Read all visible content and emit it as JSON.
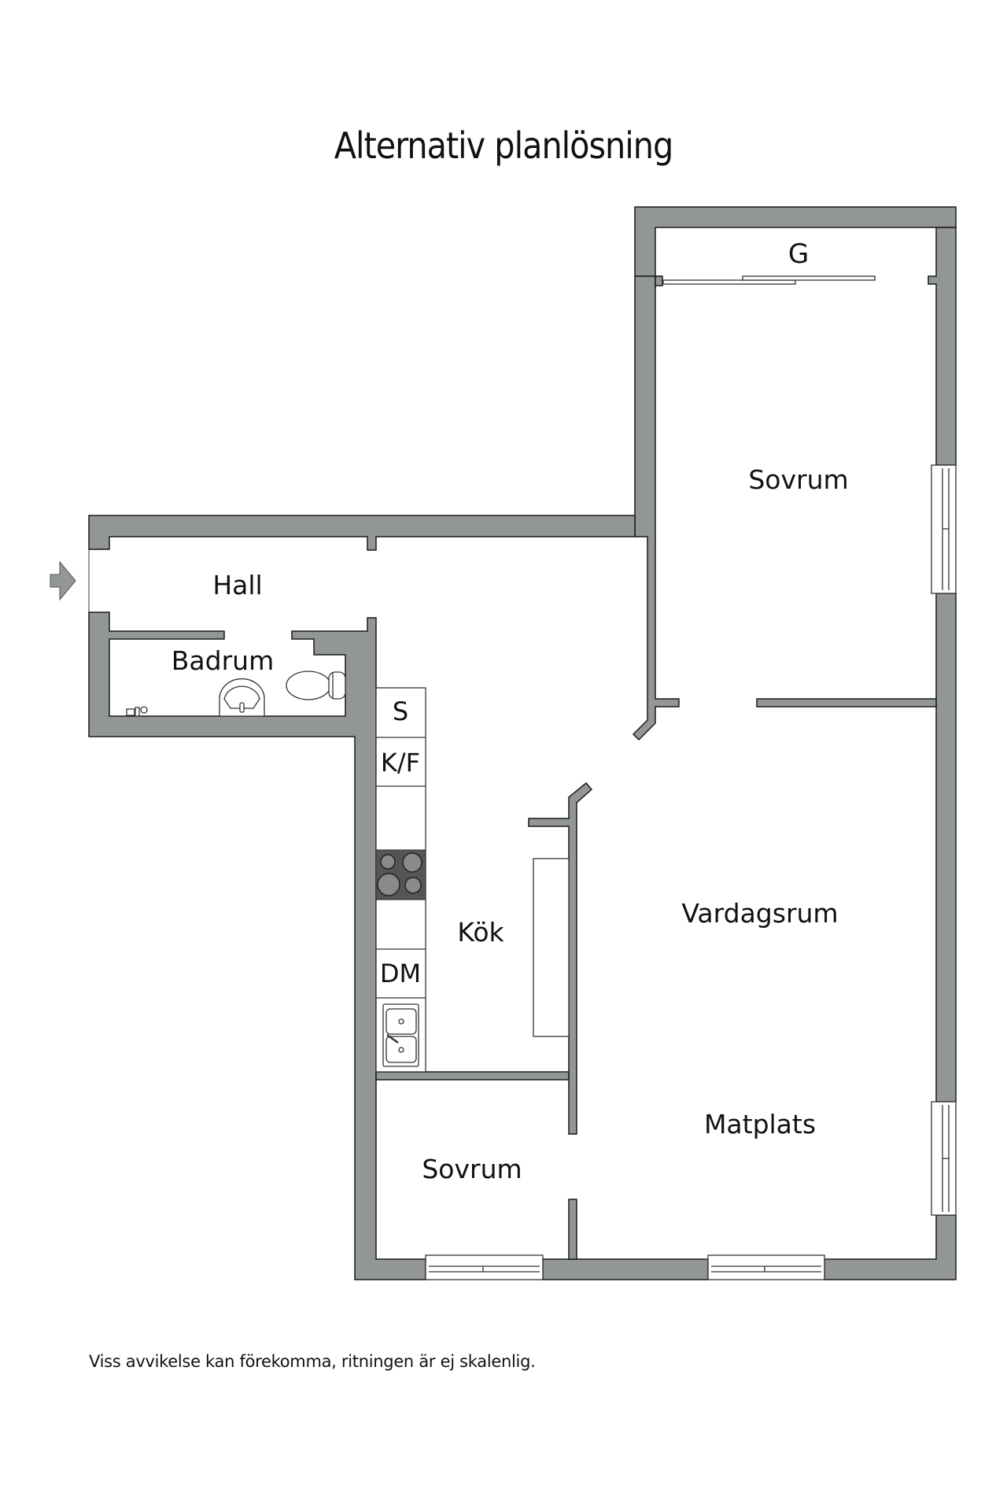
{
  "title": "Alternativ planlösning",
  "footer_note": "Viss avvikelse kan förekomma, ritningen är ej skalenlig.",
  "colors": {
    "wall": "#939696",
    "wall_outline": "#1a1a1a",
    "stove": "#555555",
    "burner": "#8a8a8a"
  },
  "rooms": {
    "wardrobe": "G",
    "bedroom_upper": "Sovrum",
    "hall": "Hall",
    "bathroom": "Badrum",
    "kitchen": "Kök",
    "living_room": "Vardagsrum",
    "dining": "Matplats",
    "bedroom_lower": "Sovrum"
  },
  "kitchen_units": {
    "freezer": "S",
    "fridge_freezer": "K/F",
    "dishwasher": "DM"
  },
  "entrance": {
    "icon": "entrance-arrow-icon"
  }
}
